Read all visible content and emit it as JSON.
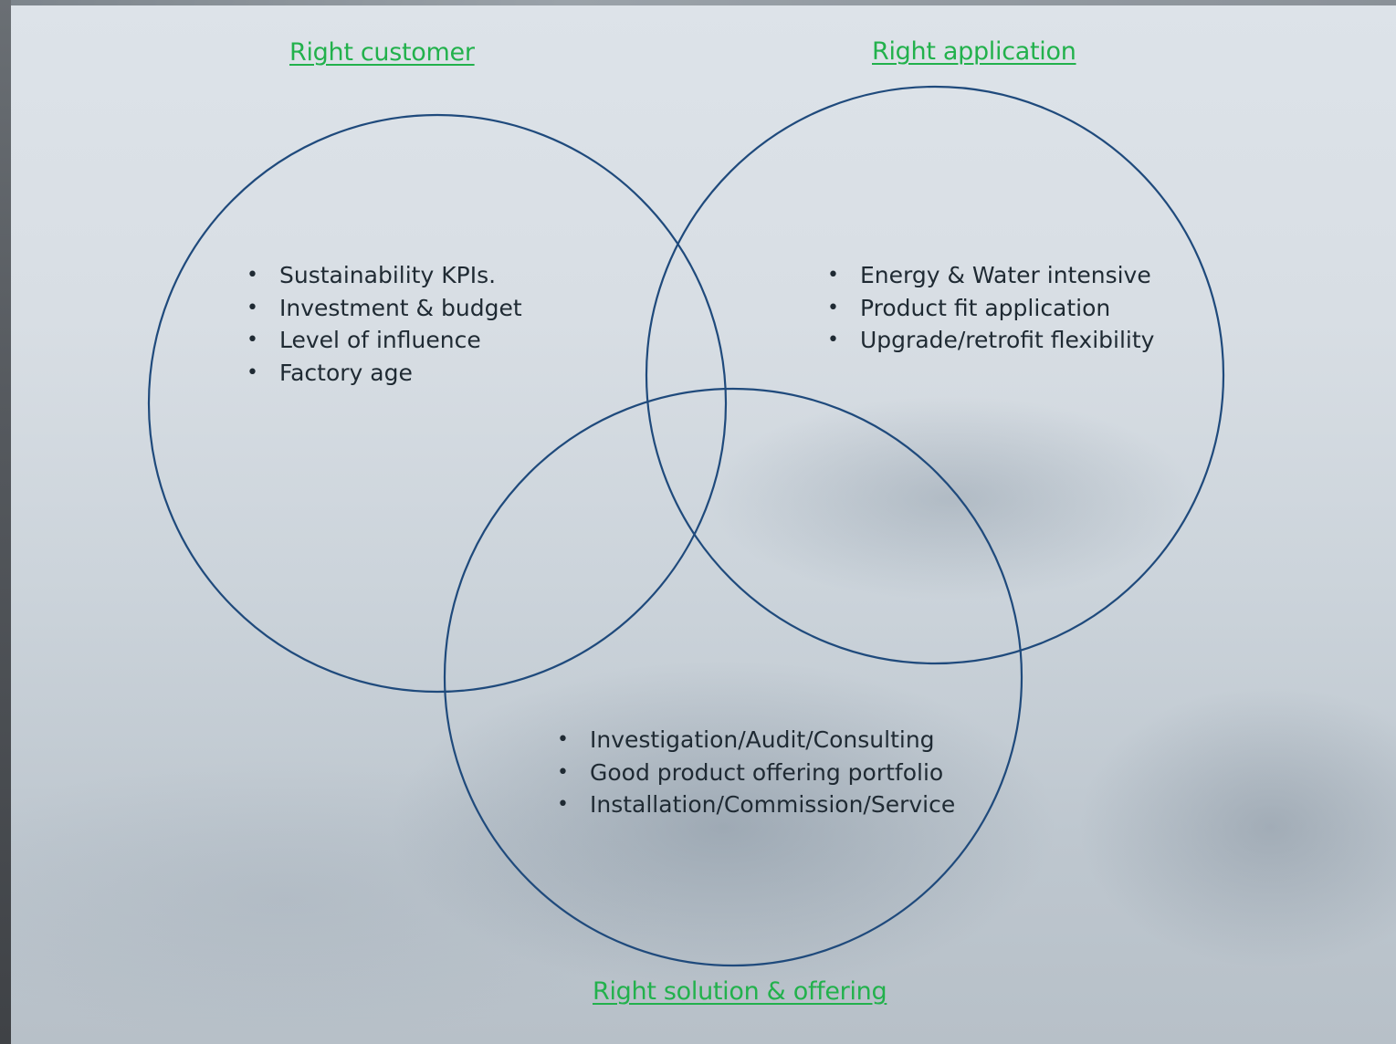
{
  "diagram": {
    "type": "venn",
    "circle_color": "#1f4a7c",
    "title_color": "#22b14c",
    "sets": [
      {
        "id": "customer",
        "title": "Right customer",
        "items": [
          "Sustainability KPIs.",
          "Investment & budget",
          "Level of influence",
          "Factory age"
        ]
      },
      {
        "id": "application",
        "title": "Right application",
        "items": [
          "Energy & Water intensive",
          "Product fit application",
          "Upgrade/retrofit flexibility"
        ]
      },
      {
        "id": "solution",
        "title": "Right solution & offering",
        "items": [
          "Investigation/Audit/Consulting",
          "Good product offering portfolio",
          "Installation/Commission/Service"
        ]
      }
    ]
  }
}
